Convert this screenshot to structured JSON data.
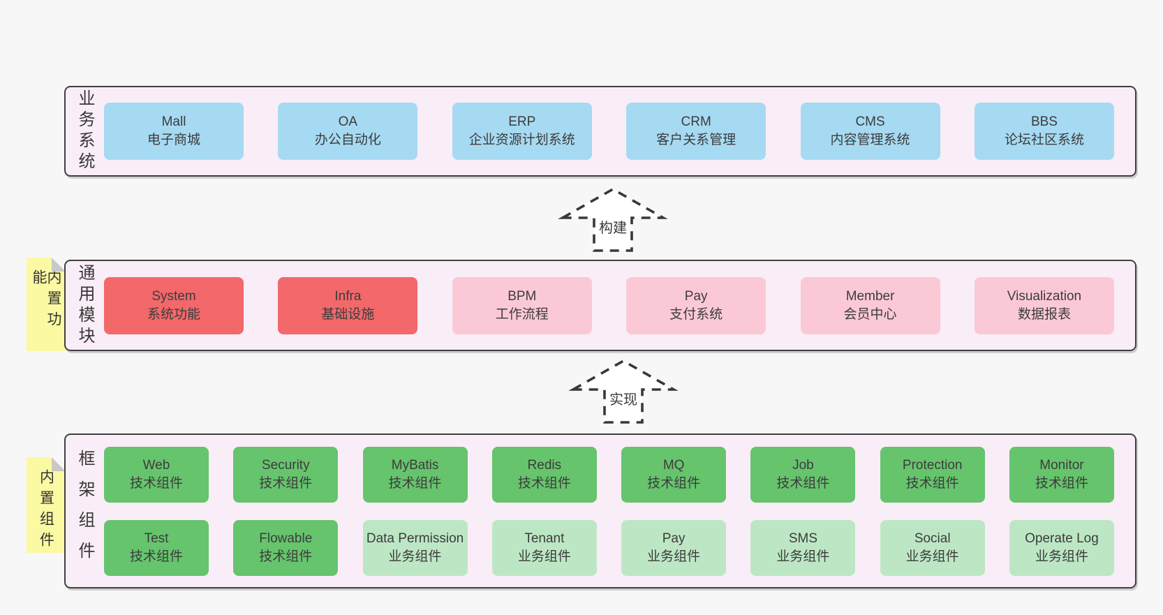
{
  "colors": {
    "page_bg": "#f7f7f7",
    "layer_bg": "#f9edf7",
    "layer_border": "#3f3f3f",
    "box_text": "#3c3c3c",
    "blue": "#a6daf2",
    "red": "#f2686b",
    "pink": "#fbc9d5",
    "green": "#66c46d",
    "lightgreen": "#bde7c4",
    "yellow": "#fbf9a2",
    "fold_gray": "#c8c8c8",
    "arrow": "#383838",
    "arrow_fill": "#ffffff"
  },
  "layers": [
    {
      "label": "业务系统",
      "sticky": null,
      "rows": [
        [
          {
            "name": "Mall",
            "sub": "电子商城",
            "type": "blue"
          },
          {
            "name": "OA",
            "sub": "办公自动化",
            "type": "blue"
          },
          {
            "name": "ERP",
            "sub": "企业资源计划系统",
            "type": "blue"
          },
          {
            "name": "CRM",
            "sub": "客户关系管理",
            "type": "blue"
          },
          {
            "name": "CMS",
            "sub": "内容管理系统",
            "type": "blue"
          },
          {
            "name": "BBS",
            "sub": "论坛社区系统",
            "type": "blue"
          }
        ]
      ]
    },
    {
      "label": "通用模块",
      "sticky": "内置功能",
      "rows": [
        [
          {
            "name": "System",
            "sub": "系统功能",
            "type": "red"
          },
          {
            "name": "Infra",
            "sub": "基础设施",
            "type": "red"
          },
          {
            "name": "BPM",
            "sub": "工作流程",
            "type": "pink"
          },
          {
            "name": "Pay",
            "sub": "支付系统",
            "type": "pink"
          },
          {
            "name": "Member",
            "sub": "会员中心",
            "type": "pink"
          },
          {
            "name": "Visualization",
            "sub": "数据报表",
            "type": "pink"
          }
        ]
      ]
    },
    {
      "label": "框架组件",
      "sticky": "内置组件",
      "rows": [
        [
          {
            "name": "Web",
            "sub": "技术组件",
            "type": "green"
          },
          {
            "name": "Security",
            "sub": "技术组件",
            "type": "green"
          },
          {
            "name": "MyBatis",
            "sub": "技术组件",
            "type": "green"
          },
          {
            "name": "Redis",
            "sub": "技术组件",
            "type": "green"
          },
          {
            "name": "MQ",
            "sub": "技术组件",
            "type": "green"
          },
          {
            "name": "Job",
            "sub": "技术组件",
            "type": "green"
          },
          {
            "name": "Protection",
            "sub": "技术组件",
            "type": "green"
          },
          {
            "name": "Monitor",
            "sub": "技术组件",
            "type": "green"
          }
        ],
        [
          {
            "name": "Test",
            "sub": "技术组件",
            "type": "green"
          },
          {
            "name": "Flowable",
            "sub": "技术组件",
            "type": "green"
          },
          {
            "name": "Data Permission",
            "sub": "业务组件",
            "type": "lightgreen"
          },
          {
            "name": "Tenant",
            "sub": "业务组件",
            "type": "lightgreen"
          },
          {
            "name": "Pay",
            "sub": "业务组件",
            "type": "lightgreen"
          },
          {
            "name": "SMS",
            "sub": "业务组件",
            "type": "lightgreen"
          },
          {
            "name": "Social",
            "sub": "业务组件",
            "type": "lightgreen"
          },
          {
            "name": "Operate Log",
            "sub": "业务组件",
            "type": "lightgreen"
          }
        ]
      ]
    }
  ],
  "arrows": [
    {
      "label": "构建"
    },
    {
      "label": "实现"
    }
  ]
}
